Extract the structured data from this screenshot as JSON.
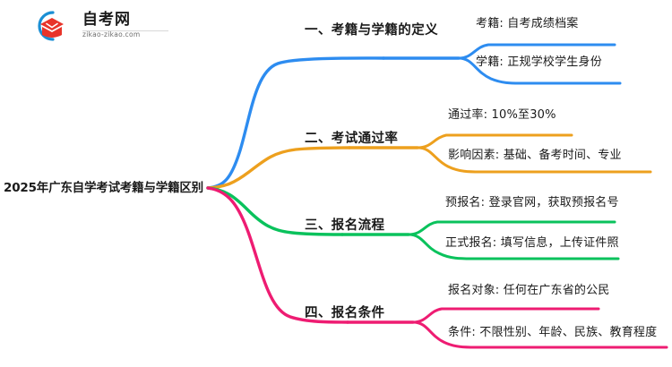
{
  "logo": {
    "name_cn": "自考网",
    "url": "zikao-zikao.com",
    "mark_icon": "graduation-cap-icon",
    "arc_icon": "blue-arc-icon",
    "arc_color": "#1b8fd4",
    "cap_color": "#e8342a"
  },
  "mindmap": {
    "root": {
      "label": "2025年广东自学考试考籍与学籍区别"
    },
    "branches": [
      {
        "label": "一、考籍与学籍的定义",
        "color": "#2d8cf0",
        "children": [
          {
            "label": "考籍: 自考成绩档案"
          },
          {
            "label": "学籍: 正规学校学生身份"
          }
        ]
      },
      {
        "label": "二、考试通过率",
        "color": "#eda01e",
        "children": [
          {
            "label": "通过率: 10%至30%"
          },
          {
            "label": "影响因素: 基础、备考时间、专业"
          }
        ]
      },
      {
        "label": "三、报名流程",
        "color": "#0ac25c",
        "children": [
          {
            "label": "预报名: 登录官网，获取预报名号"
          },
          {
            "label": "正式报名: 填写信息，上传证件照"
          }
        ]
      },
      {
        "label": "四、报名条件",
        "color": "#ee1c72",
        "children": [
          {
            "label": "报名对象: 任何在广东省的公民"
          },
          {
            "label": "条件: 不限性别、年龄、民族、教育程度"
          }
        ]
      }
    ]
  }
}
